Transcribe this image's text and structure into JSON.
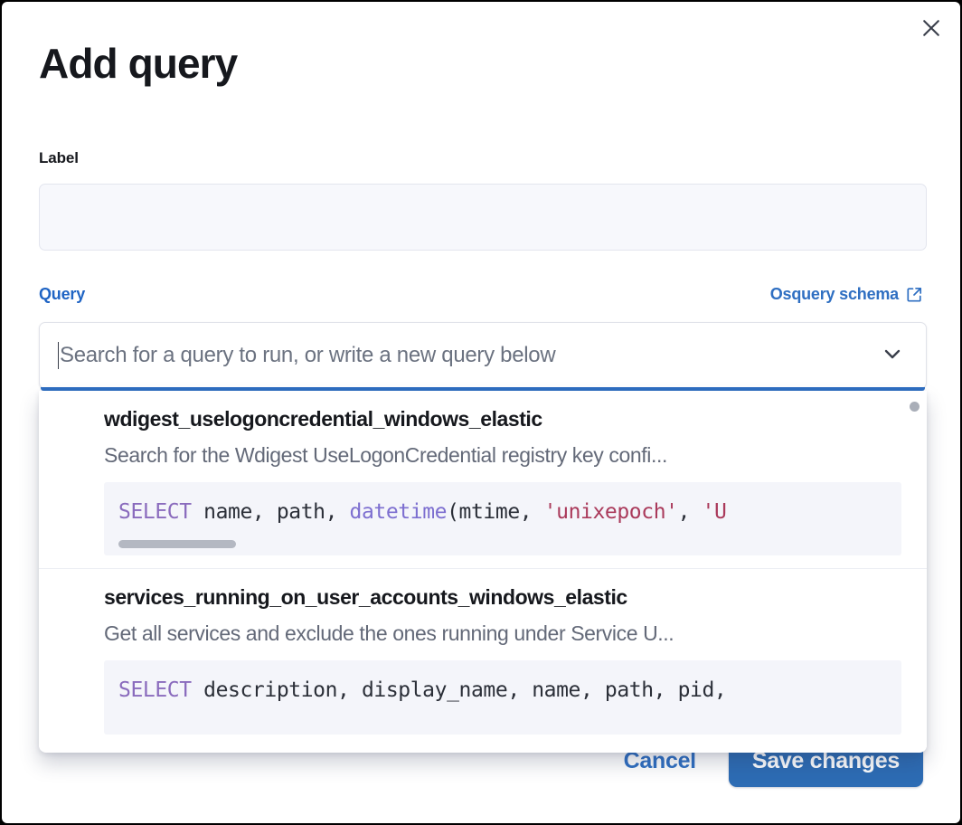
{
  "modal": {
    "title": "Add query",
    "close_icon": "close-icon"
  },
  "label_field": {
    "caption": "Label",
    "value": "",
    "placeholder": ""
  },
  "query_field": {
    "caption": "Query",
    "schema_link_text": "Osquery schema",
    "schema_link_icon": "external-link-icon",
    "combobox_placeholder": "Search for a query to run, or write a new query below",
    "combobox_value": "",
    "chevron_icon": "chevron-down-icon"
  },
  "dropdown": {
    "items": [
      {
        "title": "wdigest_uselogoncredential_windows_elastic",
        "description": "Search for the Wdigest UseLogonCredential registry key confi...",
        "code_tokens": [
          {
            "text": "SELECT",
            "type": "keyword"
          },
          {
            "text": " name, path, ",
            "type": "plain"
          },
          {
            "text": "datetime",
            "type": "function"
          },
          {
            "text": "(mtime, ",
            "type": "plain"
          },
          {
            "text": "'unixepoch'",
            "type": "string"
          },
          {
            "text": ", ",
            "type": "plain"
          },
          {
            "text": "'U",
            "type": "string"
          }
        ],
        "has_code_scrollbar": true
      },
      {
        "title": "services_running_on_user_accounts_windows_elastic",
        "description": "Get all services and exclude the ones running under Service U...",
        "code_tokens": [
          {
            "text": "SELECT",
            "type": "keyword"
          },
          {
            "text": " description, display_name, name, path, pid,",
            "type": "plain"
          }
        ],
        "has_code_scrollbar": false
      }
    ]
  },
  "footer": {
    "cancel_label": "Cancel",
    "save_label": "Save changes"
  },
  "colors": {
    "accent_blue": "#2f6fc2",
    "save_button": "#2d6cb4",
    "code_background": "#f4f5fa",
    "keyword_purple": "#8a6bbd",
    "string_red": "#aa3a5b",
    "input_background": "#f7f8fc"
  }
}
